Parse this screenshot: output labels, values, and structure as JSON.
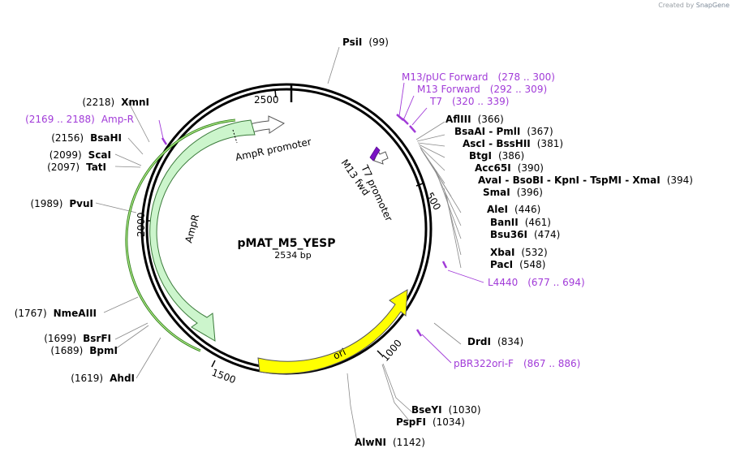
{
  "credit": {
    "prefix": "Created by",
    "brand": "SnapGene"
  },
  "plasmid": {
    "name": "pMAT_M5_YESP",
    "size_label": "2534 bp",
    "length": 2534
  },
  "ticks": [
    {
      "bp": 500,
      "label": "500"
    },
    {
      "bp": 1000,
      "label": "1000"
    },
    {
      "bp": 1500,
      "label": "1500"
    },
    {
      "bp": 2000,
      "label": "2000"
    },
    {
      "bp": 2500,
      "label": "2500"
    }
  ],
  "enzymes_right": [
    {
      "name": "PsiI",
      "pos": "(99)"
    },
    {
      "name": "AflIII",
      "pos": "(366)"
    },
    {
      "name": "BsaAI - PmlI",
      "pos": "(367)"
    },
    {
      "name": "AscI - BssHII",
      "pos": "(381)"
    },
    {
      "name": "BtgI",
      "pos": "(386)"
    },
    {
      "name": "Acc65I",
      "pos": "(390)"
    },
    {
      "name": "AvaI - BsoBI - KpnI - TspMI - XmaI",
      "pos": "(394)"
    },
    {
      "name": "SmaI",
      "pos": "(396)"
    },
    {
      "name": "AleI",
      "pos": "(446)"
    },
    {
      "name": "BanII",
      "pos": "(461)"
    },
    {
      "name": "Bsu36I",
      "pos": "(474)"
    },
    {
      "name": "XbaI",
      "pos": "(532)"
    },
    {
      "name": "PacI",
      "pos": "(548)"
    },
    {
      "name": "DrdI",
      "pos": "(834)"
    },
    {
      "name": "BseYI",
      "pos": "(1030)"
    },
    {
      "name": "PspFI",
      "pos": "(1034)"
    },
    {
      "name": "AlwNI",
      "pos": "(1142)"
    }
  ],
  "enzymes_left": [
    {
      "name": "XmnI",
      "pos": "(2218)"
    },
    {
      "name": "BsaHI",
      "pos": "(2156)"
    },
    {
      "name": "ScaI",
      "pos": "(2099)"
    },
    {
      "name": "TatI",
      "pos": "(2097)"
    },
    {
      "name": "PvuI",
      "pos": "(1989)"
    },
    {
      "name": "NmeAIII",
      "pos": "(1767)"
    },
    {
      "name": "BsrFI",
      "pos": "(1699)"
    },
    {
      "name": "BpmI",
      "pos": "(1689)"
    },
    {
      "name": "AhdI",
      "pos": "(1619)"
    }
  ],
  "primers": [
    {
      "name": "M13/pUC Forward",
      "range": "(278 .. 300)"
    },
    {
      "name": "M13 Forward",
      "range": "(292 .. 309)"
    },
    {
      "name": "T7",
      "range": "(320 .. 339)"
    },
    {
      "name": "L4440",
      "range": "(677 .. 694)"
    },
    {
      "name": "pBR322ori-F",
      "range": "(867 .. 886)"
    },
    {
      "name": "Amp-R",
      "range": "(2169 .. 2188)"
    }
  ],
  "features": [
    {
      "name": "AmpR promoter"
    },
    {
      "name": "AmpR"
    },
    {
      "name": "ori"
    },
    {
      "name": "T7 promoter"
    },
    {
      "name": "M13 fwd"
    }
  ],
  "colors": {
    "primer": "#a13bd8",
    "ampr_fill": "#ccf5cc",
    "ori_fill": "#ffff00",
    "promoter_fill": "#ffffff",
    "backbone": "#000000"
  }
}
